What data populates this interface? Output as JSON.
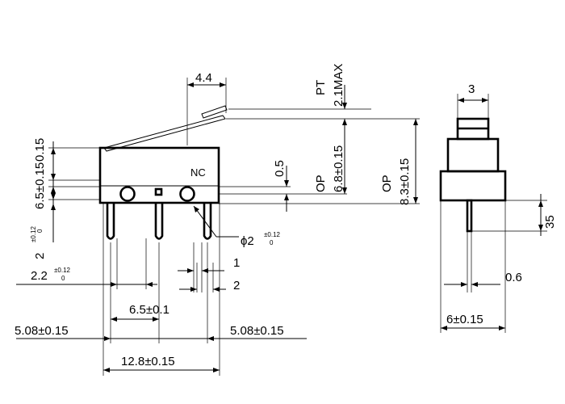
{
  "labels": {
    "dim_4_4": "4.4",
    "pt_title": "PT",
    "pt_value": "2.1MAX",
    "op_title_left": "OP",
    "op_value_left": "6.8±0.15",
    "op_title_right": "OP",
    "op_value_right": "8.3±0.15",
    "dim_0_5": "0.5",
    "dim_0_15": "0.15",
    "dim_6_5": "6.5±0.15",
    "dim_2_main": "2",
    "dim_2_tol_plus": "±0.12",
    "dim_2_tol_minus": "0",
    "nc": "NC",
    "phi_main": "ϕ2",
    "phi_tol_plus": "±0.12",
    "phi_tol_minus": "0",
    "dim_1": "1",
    "dim_2_pin": "2",
    "dim_2_2_main": "2.2",
    "dim_2_2_tol_plus": "±0.12",
    "dim_2_2_tol_minus": "0",
    "dim_6_5_pitch": "6.5±0.1",
    "dim_5_08_left": "5.08±0.15",
    "dim_5_08_right": "5.08±0.15",
    "dim_12_8": "12.8±0.15",
    "dim_3": "3",
    "dim_35": "35",
    "dim_0_6": "0.6",
    "dim_6": "6±0.15"
  }
}
